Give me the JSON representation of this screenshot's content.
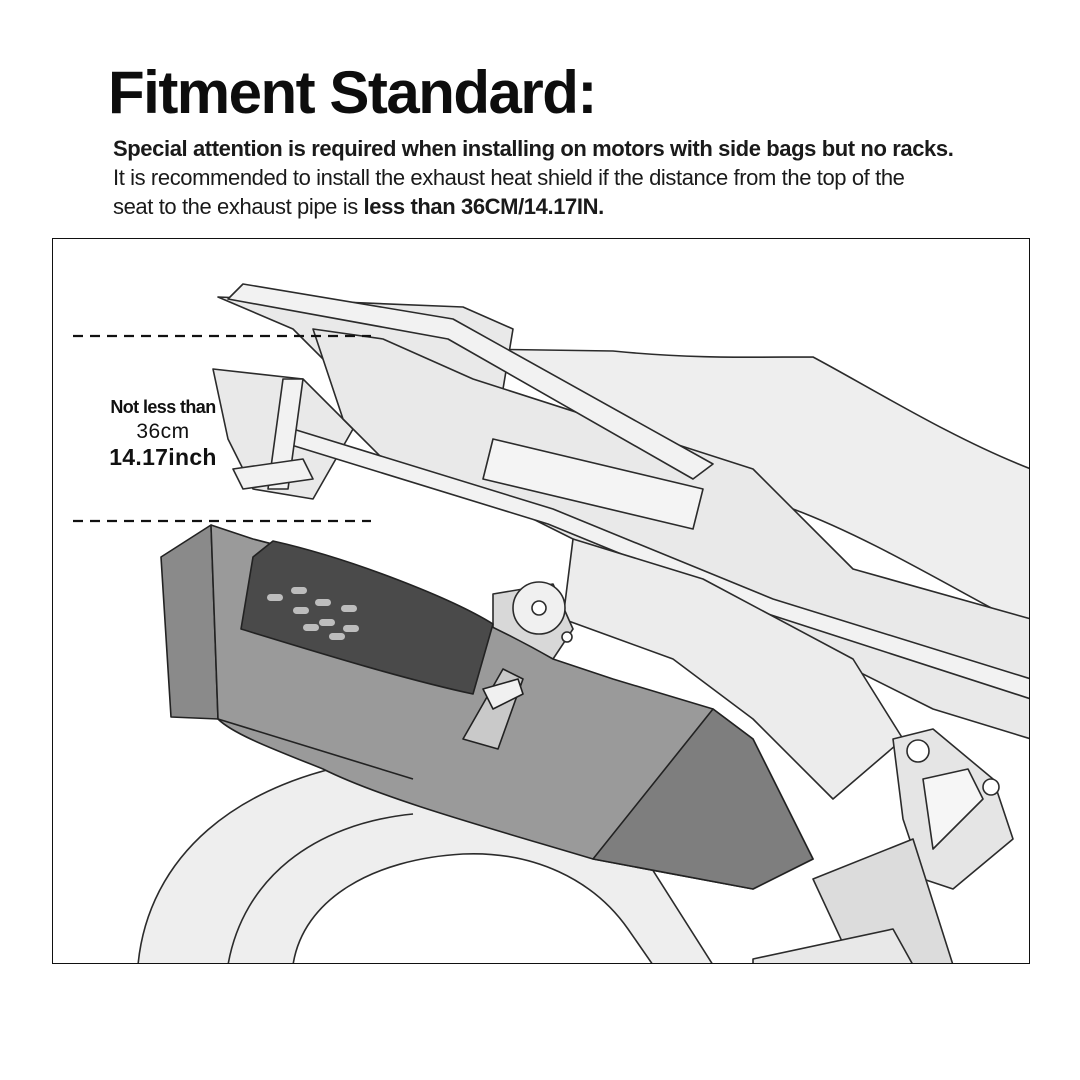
{
  "title": "Fitment Standard:",
  "notes": {
    "line1": "Special attention is required when installing on motors with side bags but no racks.",
    "line2": "It is recommended to install the exhaust heat shield if the distance from the top of the",
    "line3_prefix": "seat to the exhaust pipe is ",
    "line3_bold": "less than 36CM/14.17IN."
  },
  "measurement": {
    "label": "Not less than",
    "metric": "36cm",
    "imperial": "14.17inch"
  },
  "colors": {
    "outline": "#2b2b2b",
    "body_fill": "#e9e9e9",
    "muffler_fill": "#8f8f8f",
    "shield_fill": "#4a4a4a",
    "dash": "#111111"
  }
}
